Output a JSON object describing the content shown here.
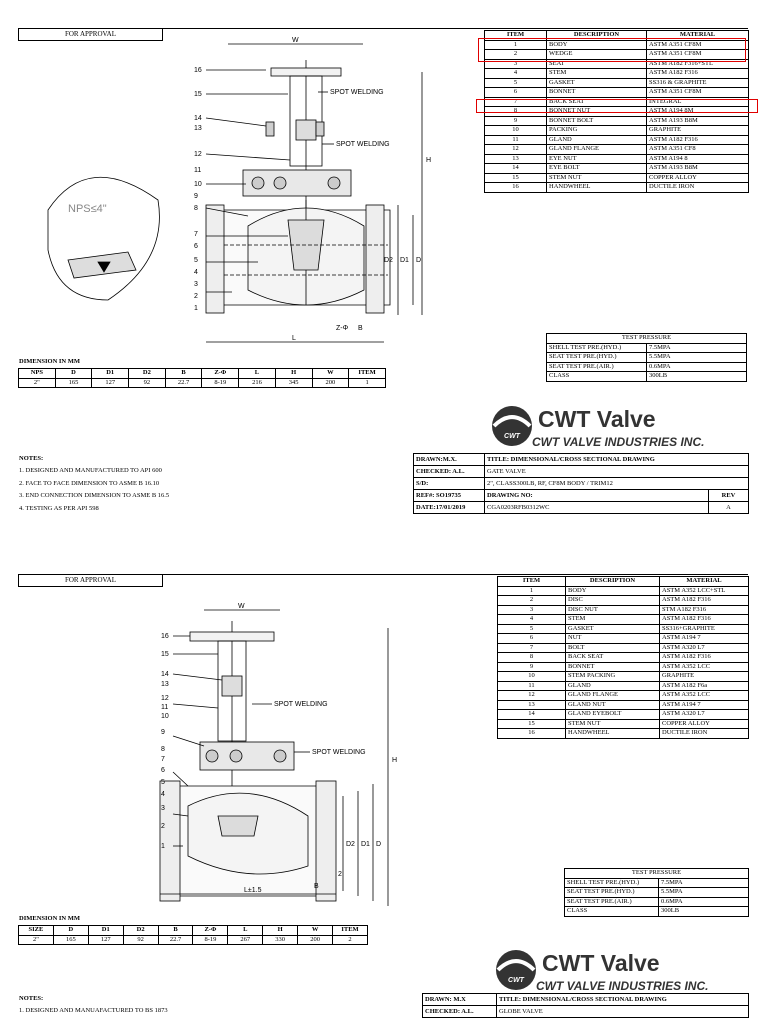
{
  "sheets": [
    {
      "approval": "FOR APPROVAL",
      "parts_header": [
        "ITEM",
        "DESCRIPTION",
        "MATERIAL"
      ],
      "parts": [
        [
          "1",
          "BODY",
          "ASTM A351 CF8M"
        ],
        [
          "2",
          "WEDGE",
          "ASTM A351 CF8M"
        ],
        [
          "3",
          "SEAT",
          "ASTM A182 F316+STL"
        ],
        [
          "4",
          "STEM",
          "ASTM A182 F316"
        ],
        [
          "5",
          "GASKET",
          "SS316 & GRAPHITE"
        ],
        [
          "6",
          "BONNET",
          "ASTM A351 CF8M"
        ],
        [
          "7",
          "BACK SEAT",
          "INTEGRAL"
        ],
        [
          "8",
          "BONNET NUT",
          "ASTM A194  8M"
        ],
        [
          "9",
          "BONNET BOLT",
          "ASTM A193 B8M"
        ],
        [
          "10",
          "PACKING",
          "GRAPHITE"
        ],
        [
          "11",
          "GLAND",
          "ASTM A182 F316"
        ],
        [
          "12",
          "GLAND FLANGE",
          "ASTM A351 CF8"
        ],
        [
          "13",
          "EYE NUT",
          "ASTM A194 8"
        ],
        [
          "14",
          "EYE BOLT",
          "ASTM A193 B8M"
        ],
        [
          "15",
          "STEM NUT",
          "COPPER ALLOY"
        ],
        [
          "16",
          "HANDWHEEL",
          "DUCTILE IRON"
        ]
      ],
      "highlight_rows": [
        1,
        6
      ],
      "highlight_color": "#e00000",
      "drawing": {
        "callouts": [
          "16",
          "15",
          "14",
          "13",
          "12",
          "11",
          "10",
          "9",
          "8",
          "7",
          "6",
          "5",
          "4",
          "3",
          "2",
          "1"
        ],
        "weld_labels": [
          "SPOT WELDING",
          "SPOT WELDING"
        ],
        "nps_note": "NPS≤4\"",
        "dim_letters": [
          "W",
          "H",
          "L",
          "D",
          "D1",
          "D2",
          "B",
          "Z-Φ"
        ]
      },
      "dim_title": "DIMENSION IN MM",
      "dim_header": [
        "NPS",
        "D",
        "D1",
        "D2",
        "B",
        "Z-Φ",
        "L",
        "H",
        "W",
        "ITEM"
      ],
      "dim_row": [
        "2\"",
        "165",
        "127",
        "92",
        "22.7",
        "8-19",
        "216",
        "345",
        "200",
        "1"
      ],
      "test_pressure": {
        "title": "TEST PRESSURE",
        "rows": [
          [
            "SHELL TEST PRE.(HYD.)",
            "7.5MPA"
          ],
          [
            "SEAT TEST PRE.(HYD.)",
            "5.5MPA"
          ],
          [
            "SEAT TEST PRE.(AIR.)",
            "0.6MPA"
          ],
          [
            "CLASS",
            "300LB"
          ]
        ]
      },
      "logo": {
        "name": "CWT Valve",
        "tagline": "CWT VALVE INDUSTRIES INC.",
        "badge": "CWT"
      },
      "notes_title": "NOTES:",
      "notes": [
        "1. DESIGNED AND MANUFACTURED TO API 600",
        "2. FACE TO FACE DIMENSION TO ASME B 16.10",
        "3. END CONNECTION DIMENSION TO ASME B 16.5",
        "4. TESTING AS PER API 598"
      ],
      "title_block": {
        "drawn": "DRAWN:M.X.",
        "checked": "CHECKED: A.L.",
        "sd": "S/D:",
        "ref": "REF#: SO19735",
        "date": "DATE:17/01/2019",
        "title": "TITLE: DIMENSIONAL/CROSS SECTIONAL DRAWING",
        "valve": "GATE VALVE",
        "spec": "2\", CLASS300LB,  RF, CF8M  BODY / TRIM12",
        "drawing_no_label": "DRAWING NO:",
        "rev_label": "REV",
        "drawing_no": "CGA0203RFB0312WC",
        "rev": "A"
      }
    },
    {
      "approval": "FOR APPROVAL",
      "parts_header": [
        "ITEM",
        "DESCRIPTION",
        "MATERIAL"
      ],
      "parts": [
        [
          "1",
          "BODY",
          "ASTM A352 LCC+STL"
        ],
        [
          "2",
          "DISC",
          "ASTM A182 F316"
        ],
        [
          "3",
          "DISC NUT",
          "STM A182 F316"
        ],
        [
          "4",
          "STEM",
          "ASTM A182 F316"
        ],
        [
          "5",
          "GASKET",
          "SS316+GRAPHITE"
        ],
        [
          "6",
          "NUT",
          "ASTM A194 7"
        ],
        [
          "7",
          "BOLT",
          "ASTM A320 L7"
        ],
        [
          "8",
          "BACK SEAT",
          "ASTM A182 F316"
        ],
        [
          "9",
          "BONNET",
          "ASTM A352 LCC"
        ],
        [
          "10",
          "STEM PACKING",
          "GRAPHITE"
        ],
        [
          "11",
          "GLAND",
          "ASTM A182 F6a"
        ],
        [
          "12",
          "GLAND FLANGE",
          "ASTM A352 LCC"
        ],
        [
          "13",
          "GLAND NUT",
          "ASTM A194  7"
        ],
        [
          "14",
          "GLAND EYEBOLT",
          "ASTM A320 L7"
        ],
        [
          "15",
          "STEM NUT",
          "COPPER ALLOY"
        ],
        [
          "16",
          "HANDWHEEL",
          "DUCTILE IRON"
        ]
      ],
      "drawing": {
        "callouts": [
          "16",
          "15",
          "14",
          "13",
          "12",
          "11",
          "10",
          "9",
          "8",
          "7",
          "6",
          "5",
          "4",
          "3",
          "2",
          "1"
        ],
        "weld_labels": [
          "SPOT WELDING",
          "SPOT WELDING"
        ],
        "dim_letters": [
          "W",
          "H",
          "L±1.5",
          "D",
          "D1",
          "D2",
          "B",
          "2"
        ]
      },
      "dim_title": "DIMENSION IN MM",
      "dim_header": [
        "SIZE",
        "D",
        "D1",
        "D2",
        "B",
        "Z-Φ",
        "L",
        "H",
        "W",
        "ITEM"
      ],
      "dim_row": [
        "2\"",
        "165",
        "127",
        "92",
        "22.7",
        "8-19",
        "267",
        "330",
        "200",
        "2"
      ],
      "test_pressure": {
        "title": "TEST PRESSURE",
        "rows": [
          [
            "SHELL TEST PRE.(HYD.)",
            "7.5MPA"
          ],
          [
            "SEAT TEST PRE.(HYD.)",
            "5.5MPA"
          ],
          [
            "SEAT TEST PRE.(AIR.)",
            "0.6MPA"
          ],
          [
            "CLASS",
            "300LB"
          ]
        ]
      },
      "logo": {
        "name": "CWT Valve",
        "tagline": "CWT VALVE INDUSTRIES INC.",
        "badge": "CWT"
      },
      "notes_title": "NOTES:",
      "notes": [
        "1. DESIGNED AND MANUAFACTURED TO BS 1873"
      ],
      "title_block": {
        "drawn": "DRAWN: M.X",
        "checked": "CHECKED: A.L.",
        "title": "TITLE: DIMENSIONAL/CROSS SECTIONAL DRAWING",
        "valve": "GLOBE VALVE"
      }
    }
  ]
}
